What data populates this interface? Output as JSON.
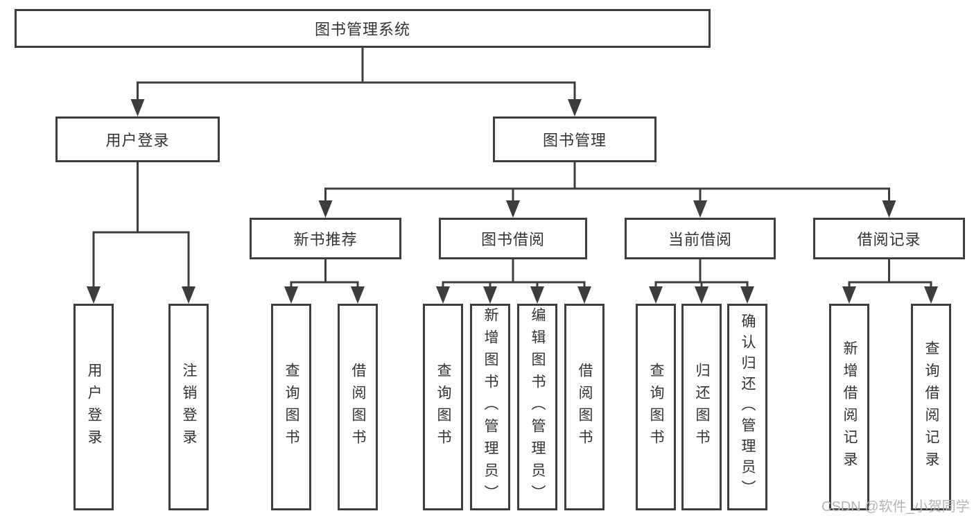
{
  "tree": {
    "label": "图书管理系统",
    "children": [
      {
        "label": "用户登录",
        "children": [
          {
            "label": "用户登录"
          },
          {
            "label": "注销登录"
          }
        ]
      },
      {
        "label": "图书管理",
        "children": [
          {
            "label": "新书推荐",
            "children": [
              {
                "label": "查询图书"
              },
              {
                "label": "借阅图书"
              }
            ]
          },
          {
            "label": "图书借阅",
            "children": [
              {
                "label": "查询图书"
              },
              {
                "label": "新增图书（管理员）"
              },
              {
                "label": "编辑图书（管理员）"
              },
              {
                "label": "借阅图书"
              }
            ]
          },
          {
            "label": "当前借阅",
            "children": [
              {
                "label": "查询图书"
              },
              {
                "label": "归还图书"
              },
              {
                "label": "确认归还（管理员）"
              }
            ]
          },
          {
            "label": "借阅记录",
            "children": [
              {
                "label": "新增借阅记录"
              },
              {
                "label": "查询借阅记录"
              }
            ]
          }
        ]
      }
    ]
  },
  "watermark": {
    "text": "CSDN @软件_小贺同学"
  },
  "colors": {
    "line": "#3d3d3d",
    "text": "#333333",
    "box_background": "#ffffff",
    "watermark": "#b5b5b5"
  }
}
